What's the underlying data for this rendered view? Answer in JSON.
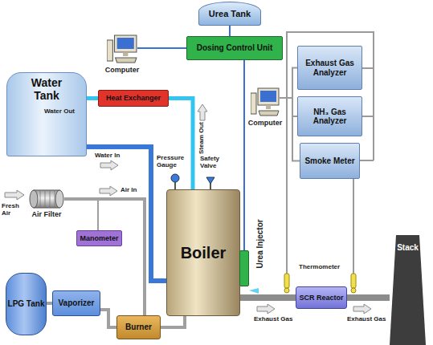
{
  "diagram": {
    "nodes": [
      {
        "text": [
          "Urea Tank"
        ]
      },
      {
        "text": [
          "Computer"
        ]
      },
      {
        "text": [
          "Dosing Control Unit"
        ]
      },
      {
        "text": [
          "Exhaust Gas Analyzer"
        ]
      },
      {
        "text": [
          "Water Tank"
        ]
      },
      {
        "text": [
          "Heat Exchanger"
        ]
      },
      {
        "text": [
          "Computer"
        ]
      },
      {
        "text": [
          "NH₃ Gas Analyzer"
        ]
      },
      {
        "text": [
          "Smoke Meter"
        ]
      },
      {
        "text": [
          "Air Filter"
        ]
      },
      {
        "text": [
          "Manometer"
        ]
      },
      {
        "text": [
          "Boiler"
        ]
      },
      {
        "text": [
          "Urea Injector"
        ]
      },
      {
        "text": [
          "SCR Reactor"
        ]
      },
      {
        "text": [
          "Stack"
        ]
      },
      {
        "text": [
          "LPG Tank"
        ]
      },
      {
        "text": [
          "Vaporizer"
        ]
      },
      {
        "text": [
          "Burner"
        ]
      }
    ],
    "edges": [
      {
        "from": 0,
        "to": 2,
        "arrow": "none"
      },
      {
        "from": 1,
        "to": 2,
        "arrow": "none"
      },
      {
        "from": 2,
        "to": 12,
        "arrow": "none"
      },
      {
        "from": 4,
        "to": 11,
        "arrow": "none"
      },
      {
        "from": 11,
        "to": 5,
        "arrow": "none"
      },
      {
        "from": 5,
        "to": 4,
        "arrow": "none"
      },
      {
        "from": 9,
        "to": 17,
        "arrow": "none"
      },
      {
        "from": 9,
        "to": 10,
        "arrow": "none"
      },
      {
        "from": 15,
        "to": 16,
        "arrow": "none"
      },
      {
        "from": 16,
        "to": 17,
        "arrow": "none"
      },
      {
        "from": 17,
        "to": 11,
        "arrow": "none"
      },
      {
        "from": 11,
        "to": 13,
        "arrow": "none"
      },
      {
        "from": 13,
        "to": 14,
        "arrow": "none"
      },
      {
        "from": 6,
        "to": 3,
        "arrow": "none"
      },
      {
        "from": 6,
        "to": 7,
        "arrow": "none"
      },
      {
        "from": 6,
        "to": 8,
        "arrow": "none"
      }
    ],
    "labels": [
      "Water Out",
      "Steam Out",
      "Water In",
      "Pressure Gauge",
      "Safety Valve",
      "Air In",
      "Fresh Air",
      "Thermometer",
      "Exhaust Gas",
      "Exhaust Gas"
    ]
  }
}
